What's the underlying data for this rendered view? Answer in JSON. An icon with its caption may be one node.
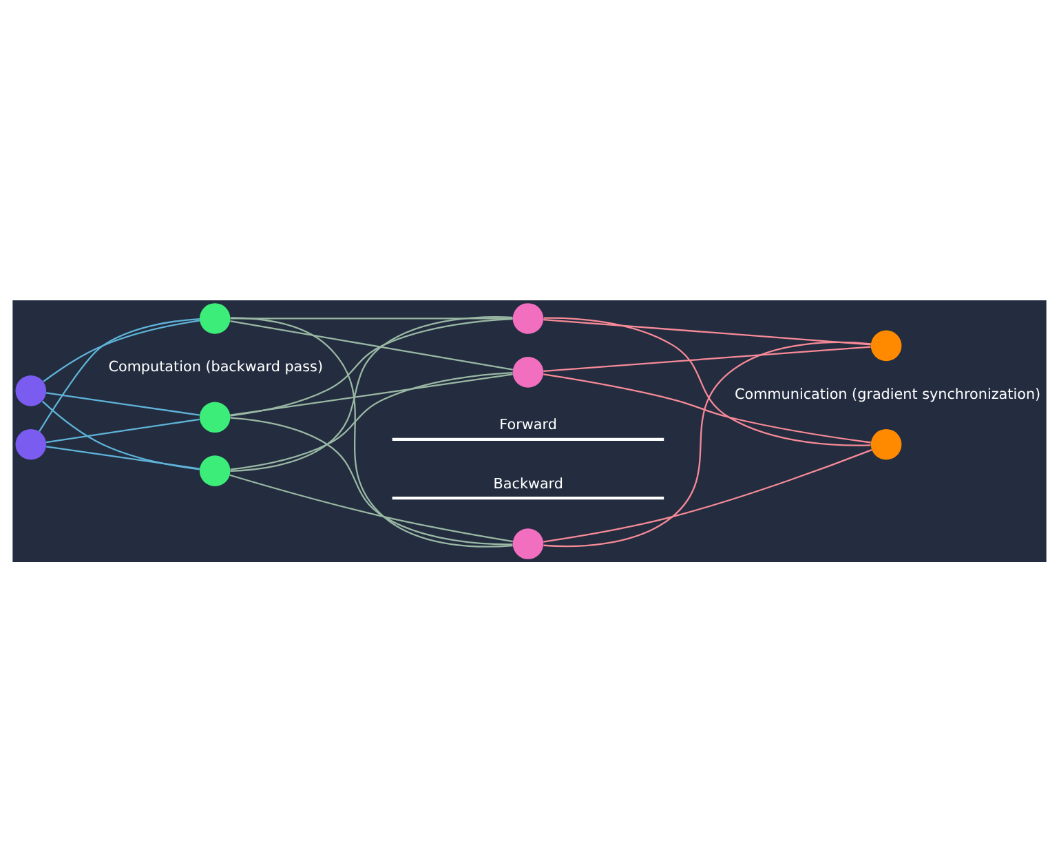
{
  "diagram": {
    "nodes": [
      {
        "text": [],
        "shape": "circle"
      },
      {
        "text": [],
        "shape": "circle"
      },
      {
        "text": [],
        "shape": "circle"
      },
      {
        "text": [],
        "shape": "circle"
      },
      {
        "text": [],
        "shape": "circle"
      },
      {
        "text": [],
        "shape": "circle"
      },
      {
        "text": [],
        "shape": "circle"
      },
      {
        "text": [],
        "shape": "circle"
      },
      {
        "text": [],
        "shape": "circle"
      },
      {
        "text": [],
        "shape": "circle"
      }
    ],
    "edges": [
      {
        "from": 0,
        "to": 2,
        "arrow": "none",
        "color": "#5fb3d9"
      },
      {
        "from": 0,
        "to": 3,
        "arrow": "none",
        "color": "#5fb3d9"
      },
      {
        "from": 0,
        "to": 4,
        "arrow": "none",
        "color": "#5fb3d9"
      },
      {
        "from": 1,
        "to": 2,
        "arrow": "none",
        "color": "#5fb3d9"
      },
      {
        "from": 1,
        "to": 3,
        "arrow": "none",
        "color": "#5fb3d9"
      },
      {
        "from": 1,
        "to": 4,
        "arrow": "none",
        "color": "#5fb3d9"
      },
      {
        "from": 2,
        "to": 5,
        "arrow": "none",
        "color": "#9ab8a4"
      },
      {
        "from": 2,
        "to": 6,
        "arrow": "none",
        "color": "#9ab8a4"
      },
      {
        "from": 2,
        "to": 7,
        "arrow": "none",
        "color": "#9ab8a4"
      },
      {
        "from": 3,
        "to": 5,
        "arrow": "none",
        "color": "#9ab8a4"
      },
      {
        "from": 3,
        "to": 6,
        "arrow": "none",
        "color": "#9ab8a4"
      },
      {
        "from": 3,
        "to": 7,
        "arrow": "none",
        "color": "#9ab8a4"
      },
      {
        "from": 4,
        "to": 5,
        "arrow": "none",
        "color": "#9ab8a4"
      },
      {
        "from": 4,
        "to": 6,
        "arrow": "none",
        "color": "#9ab8a4"
      },
      {
        "from": 4,
        "to": 7,
        "arrow": "none",
        "color": "#9ab8a4"
      },
      {
        "from": 5,
        "to": 8,
        "arrow": "none",
        "color": "#f88a98"
      },
      {
        "from": 5,
        "to": 9,
        "arrow": "none",
        "color": "#f88a98"
      },
      {
        "from": 6,
        "to": 8,
        "arrow": "none",
        "color": "#f88a98"
      },
      {
        "from": 6,
        "to": 9,
        "arrow": "none",
        "color": "#f88a98"
      },
      {
        "from": 7,
        "to": 8,
        "arrow": "none",
        "color": "#f88a98"
      },
      {
        "from": 7,
        "to": 9,
        "arrow": "none",
        "color": "#f88a98"
      }
    ],
    "labels": [
      "Forward",
      "Backward",
      "Computation (backward pass)",
      "Communication (gradient synchronization)"
    ]
  }
}
